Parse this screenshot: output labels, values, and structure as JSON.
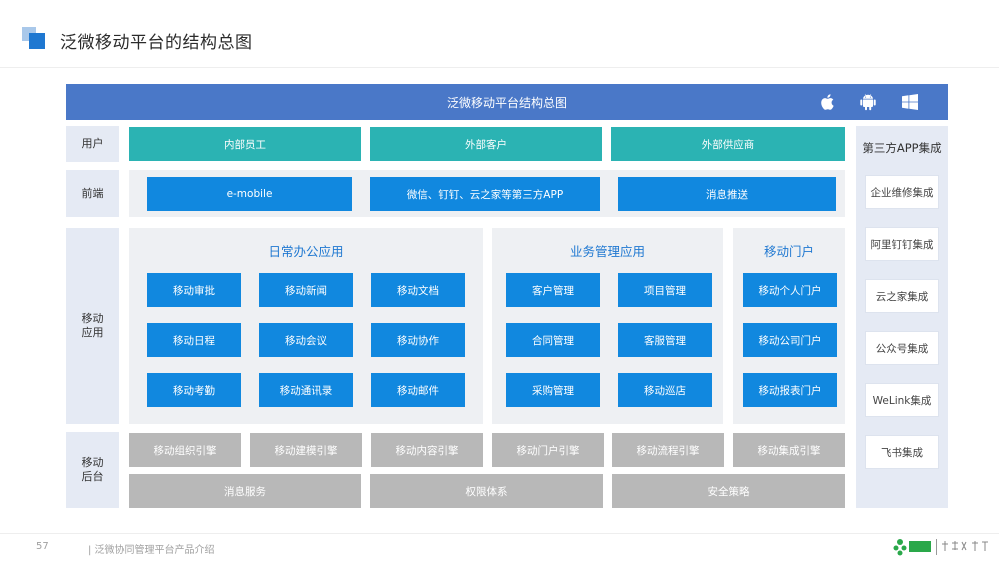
{
  "header": {
    "title": "泛微移动平台的结构总图"
  },
  "banner": {
    "title": "泛微移动平台结构总图",
    "os_icons": [
      "apple-icon",
      "android-icon",
      "windows-icon"
    ]
  },
  "rows": {
    "users": "用户",
    "frontend": "前端",
    "mobile_app": "移动\n应用",
    "backend": "移动\n后台"
  },
  "users": [
    "内部员工",
    "外部客户",
    "外部供应商"
  ],
  "frontend": [
    "e-mobile",
    "微信、钉钉、云之家等第三方APP",
    "消息推送"
  ],
  "panels": {
    "office": {
      "title": "日常办公应用",
      "items": [
        "移动审批",
        "移动新闻",
        "移动文档",
        "移动日程",
        "移动会议",
        "移动协作",
        "移动考勤",
        "移动通讯录",
        "移动邮件"
      ]
    },
    "business": {
      "title": "业务管理应用",
      "items": [
        "客户管理",
        "项目管理",
        "合同管理",
        "客服管理",
        "采购管理",
        "移动巡店"
      ]
    },
    "portal": {
      "title": "移动门户",
      "items": [
        "移动个人门户",
        "移动公司门户",
        "移动报表门户"
      ]
    }
  },
  "engines": [
    "移动组织引擎",
    "移动建模引擎",
    "移动内容引擎",
    "移动门户引擎",
    "移动流程引擎",
    "移动集成引擎"
  ],
  "services": [
    "消息服务",
    "权限体系",
    "安全策略"
  ],
  "third_party": {
    "title": "第三方APP集成",
    "items": [
      "企业维修集成",
      "阿里钉钉集成",
      "云之家集成",
      "公众号集成",
      "WeLink集成",
      "飞书集成"
    ]
  },
  "footer": {
    "page": "57",
    "text": "| 泛微协同管理平台产品介绍"
  },
  "colors": {
    "banner": "#4a78c8",
    "teal": "#2bb3b3",
    "blue": "#1188df",
    "gray": "#b8b8b8",
    "panel": "#eef0f3",
    "label": "#e5eaf4"
  }
}
